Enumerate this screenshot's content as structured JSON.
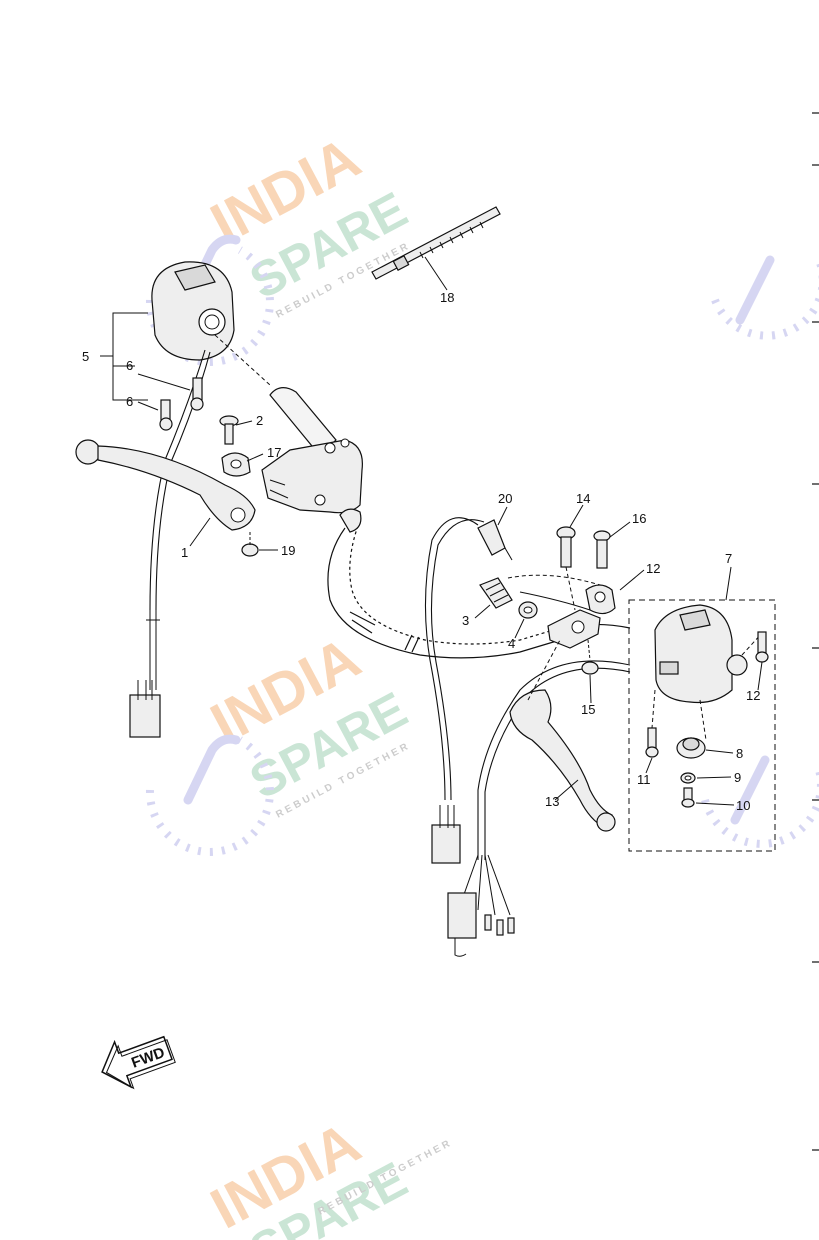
{
  "watermark": {
    "line1": "INDIA",
    "line2": "SPARE",
    "tagline": "REBUILD TOGETHER",
    "color_orange": "#f7c9a0",
    "color_green": "#b9ddc8",
    "color_icon": "#c9c9ee"
  },
  "fwd_label": "FWD",
  "callouts": {
    "c1": "1",
    "c2": "2",
    "c3": "3",
    "c4": "4",
    "c5": "5",
    "c6a": "6",
    "c6b": "6",
    "c7": "7",
    "c8": "8",
    "c9": "9",
    "c10": "10",
    "c11": "11",
    "c12a": "12",
    "c12b": "12",
    "c13": "13",
    "c14": "14",
    "c15": "15",
    "c16": "16",
    "c17": "17",
    "c18": "18",
    "c19": "19",
    "c20": "20"
  }
}
